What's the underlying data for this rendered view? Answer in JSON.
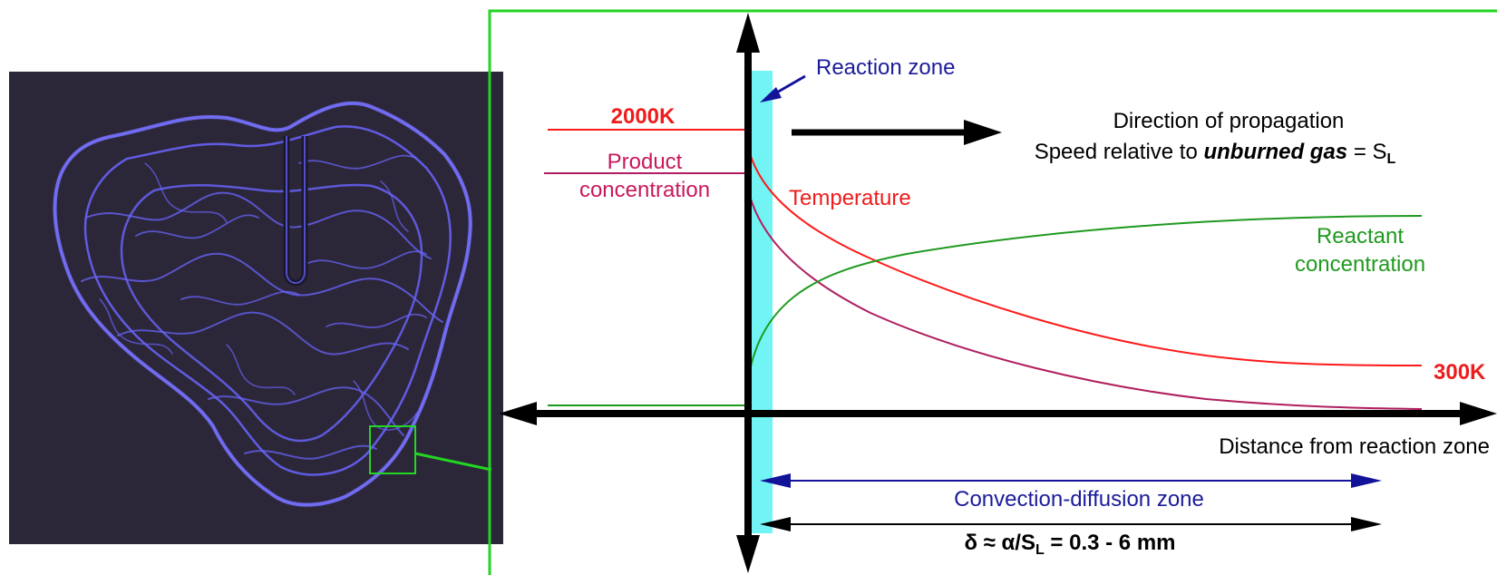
{
  "colors": {
    "frame": "#22d622",
    "photo_background": "#2c2639",
    "flame": "#6a66ff",
    "reaction_zone_band": "#72f4f4",
    "axis": "#000000",
    "temperature": "#ff1a1a",
    "product_concentration": "#b01e5f",
    "reactant_concentration": "#1f9a1f",
    "zone_annotation": "#13139a",
    "text_red": "#ee1c1c",
    "text_magenta": "#c8185c",
    "text_green": "#1f9a1f",
    "text_blue": "#1c1c9a",
    "text_black": "#000000"
  },
  "photo": {
    "description": "flame image"
  },
  "labels": {
    "reaction_zone": "Reaction zone",
    "t_high": "2000K",
    "t_low": "300K",
    "product_line1": "Product",
    "product_line2": "concentration",
    "temperature": "Temperature",
    "reactant_line1": "Reactant",
    "reactant_line2": "concentration",
    "direction_line1": "Direction of propagation",
    "speed_prefix": "Speed relative to ",
    "speed_emph": "unburned gas",
    "speed_eq": " = S",
    "speed_sub": "L",
    "distance": "Distance from reaction zone",
    "convection": "Convection-diffusion zone",
    "delta_prefix": "δ ≈ α/S",
    "delta_sub": "L",
    "delta_suffix": " = 0.3 - 6 mm"
  },
  "icons": {
    "direction_arrow": "arrow-right-icon",
    "pointer_arrow": "arrow-pointer-icon"
  }
}
